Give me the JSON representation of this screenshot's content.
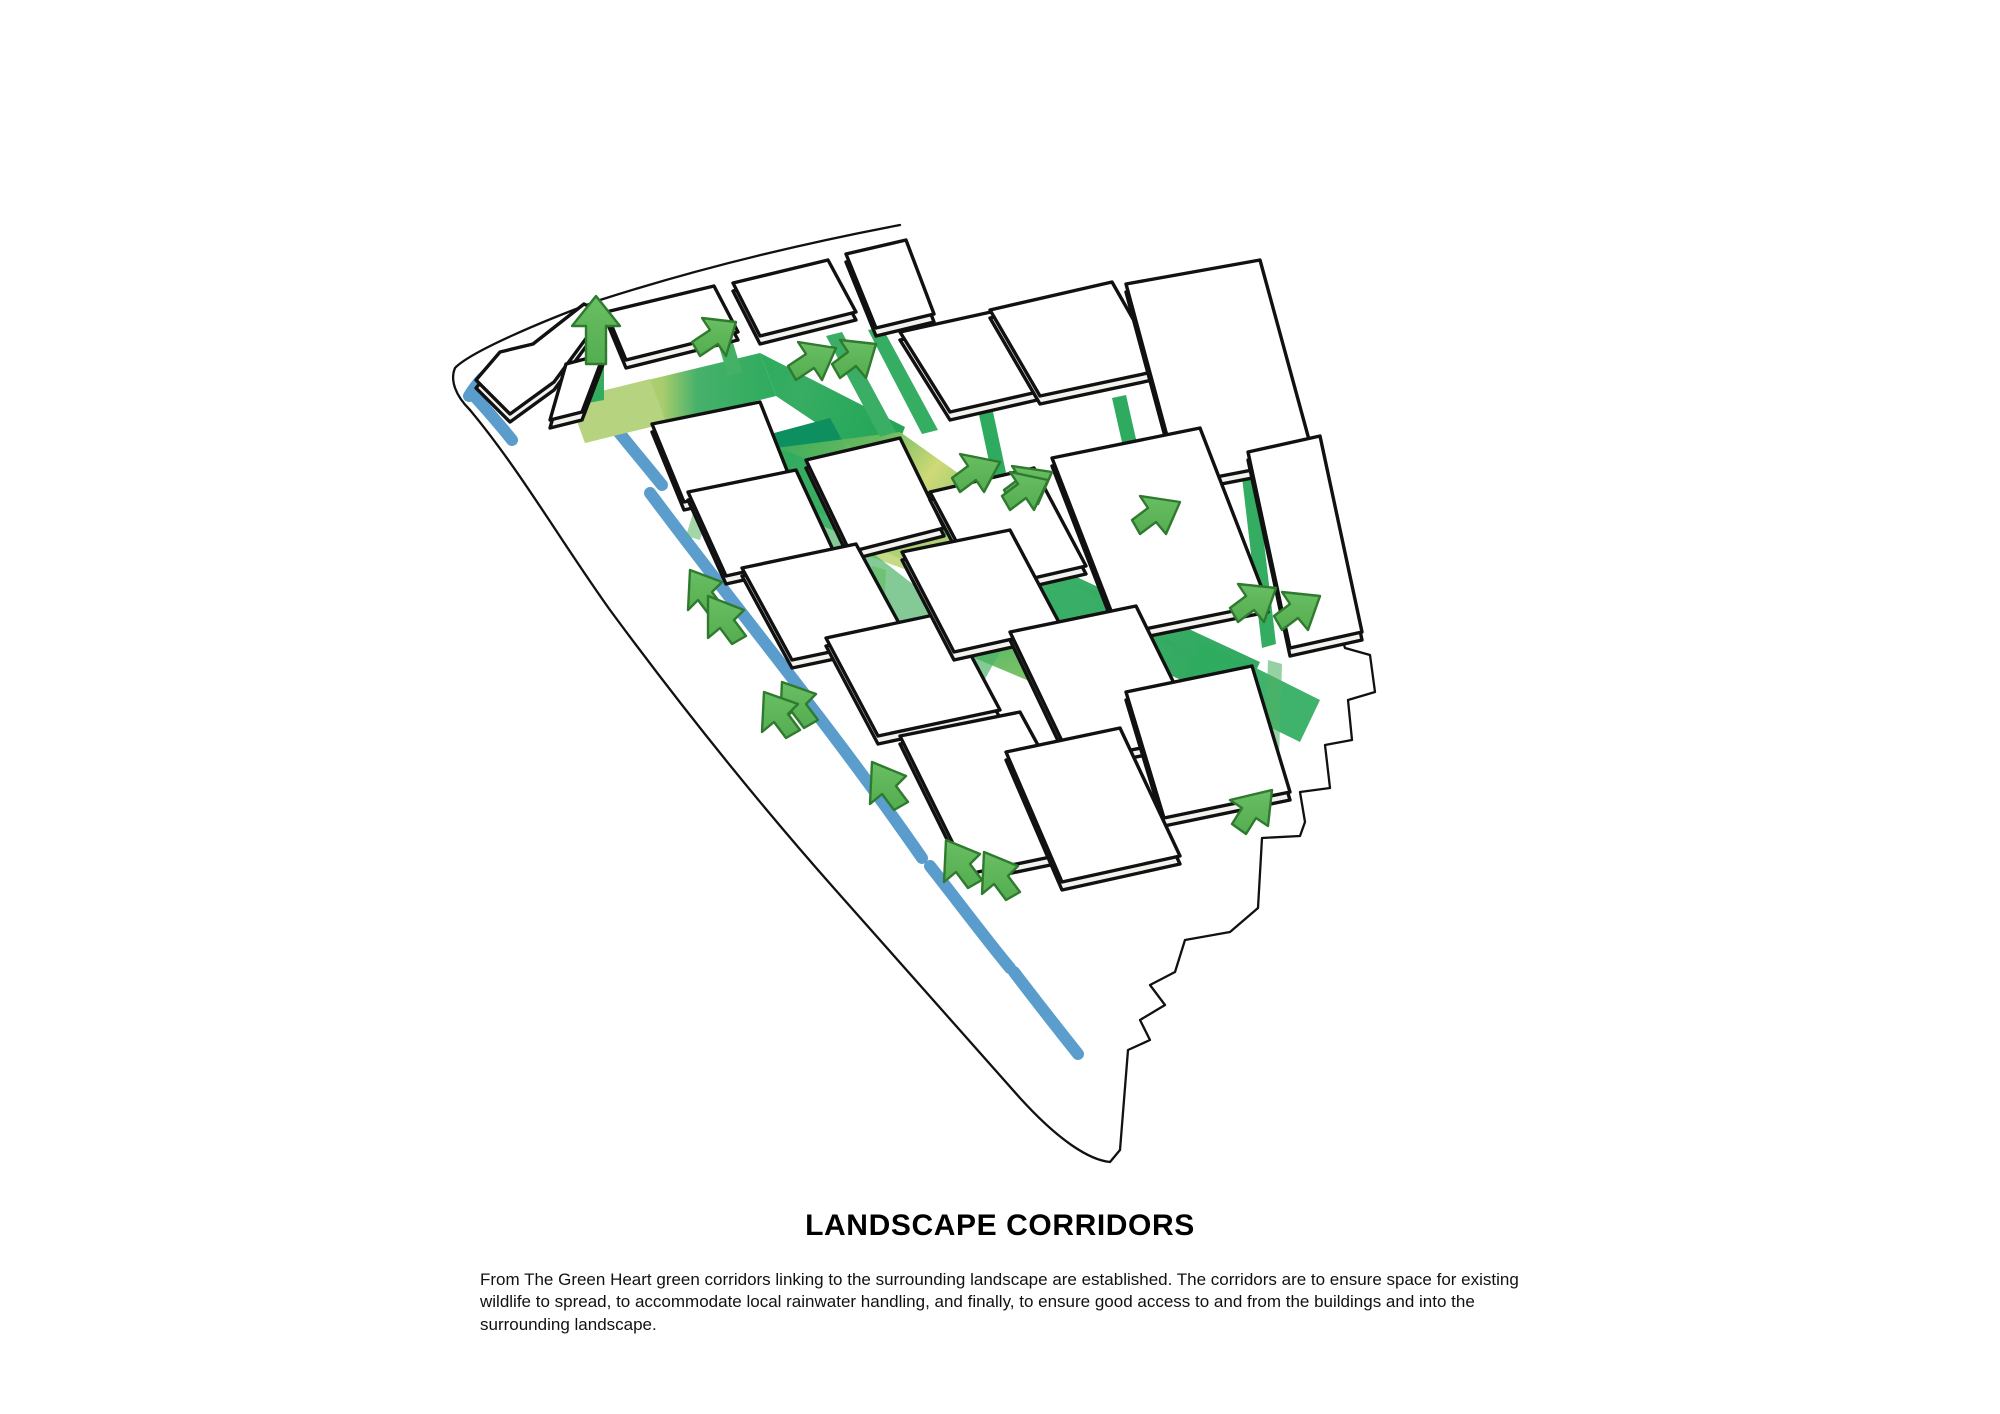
{
  "diagram": {
    "type": "axonometric-masterplan",
    "subject": "Landscape corridors masterplan axonometric",
    "palette": {
      "background": "#ffffff",
      "outline": "#111111",
      "building_fill": "#ffffff",
      "building_side": "#f2f2ef",
      "corridor_green_mid": "#2eab5e",
      "corridor_green_light": "#a8cc6a",
      "corridor_green_pale": "#b9d47f",
      "corridor_green_dark": "#0e8f5f",
      "corridor_green_yellow": "#cfd873",
      "corridor_edge_cream": "#e9ecd2",
      "arrow_green": "#5fb85a",
      "arrow_outline": "#2f7a2f",
      "water_blue": "#4d95c9"
    },
    "legend_semantics": {
      "green_bands": "Green corridors linking the Green Heart to the surrounding landscape",
      "dark_green_patch": "The Green Heart",
      "green_arrows": "Corridor extensions reaching into the surrounding landscape",
      "blue_edges": "Local rainwater handling / water edges",
      "white_blocks": "Building volumes",
      "thin_outline": "Site boundary"
    },
    "counts": {
      "arrows": 18,
      "building_blocks": 22
    }
  },
  "caption": {
    "title": "LANDSCAPE CORRIDORS",
    "body": "From The Green Heart green corridors linking to the surrounding landscape are established. The corridors are to ensure space for existing wildlife to spread, to accommodate local rainwater handling, and finally, to ensure good access to and from the buildings and into the surrounding landscape."
  }
}
